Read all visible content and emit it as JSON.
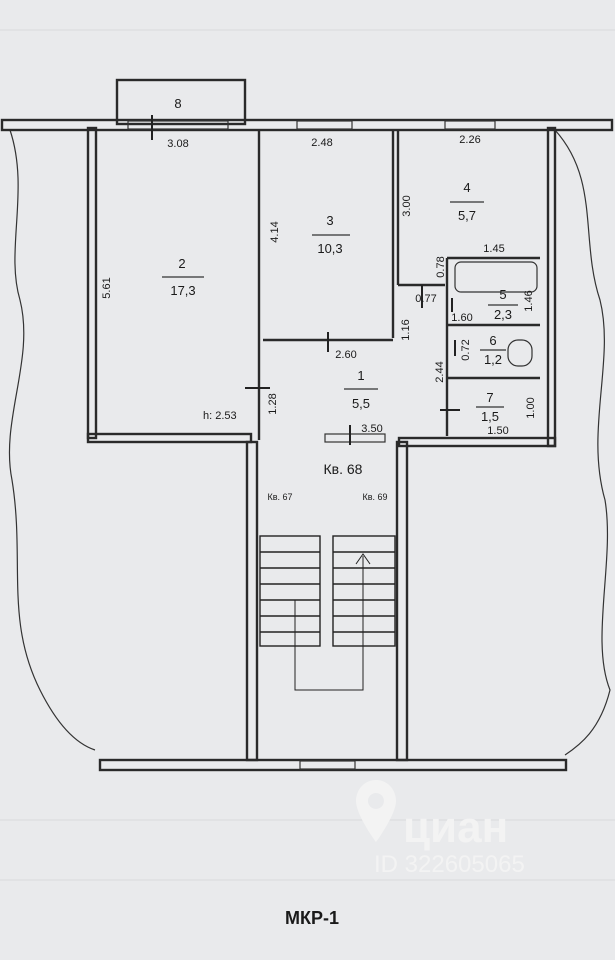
{
  "plan": {
    "apartment_label": "Кв. 68",
    "neighbor_left": "Кв. 67",
    "neighbor_right": "Кв. 69",
    "caption": "МКР-1",
    "ceiling_height": "h: 2.53",
    "rooms": [
      {
        "number": "8",
        "area": ""
      },
      {
        "number": "2",
        "area": "17,3"
      },
      {
        "number": "3",
        "area": "10,3"
      },
      {
        "number": "4",
        "area": "5,7"
      },
      {
        "number": "1",
        "area": "5,5"
      },
      {
        "number": "5",
        "area": "2,3"
      },
      {
        "number": "6",
        "area": "1,2"
      },
      {
        "number": "7",
        "area": "1,5"
      }
    ],
    "dimensions": {
      "balcony_width": "3.08",
      "room3_width": "2.48",
      "room4_width": "2.26",
      "room2_length": "5.61",
      "room3_length": "4.14",
      "room4_length": "3.00",
      "bath_width": "1.45",
      "d_078": "0.78",
      "d_077": "0.77",
      "d_160": "1.60",
      "d_146": "1.46",
      "d_116": "1.16",
      "d_260": "2.60",
      "d_072": "0.72",
      "d_244": "2.44",
      "d_128": "1.28",
      "d_350": "3.50",
      "d_100": "1.00",
      "d_150": "1.50"
    }
  },
  "watermark": {
    "brand": "циан",
    "id": "ID 322605065"
  },
  "colors": {
    "background": "#e9eaec",
    "wall": "#2a2a2a",
    "watermark": "#f3f3f3"
  }
}
